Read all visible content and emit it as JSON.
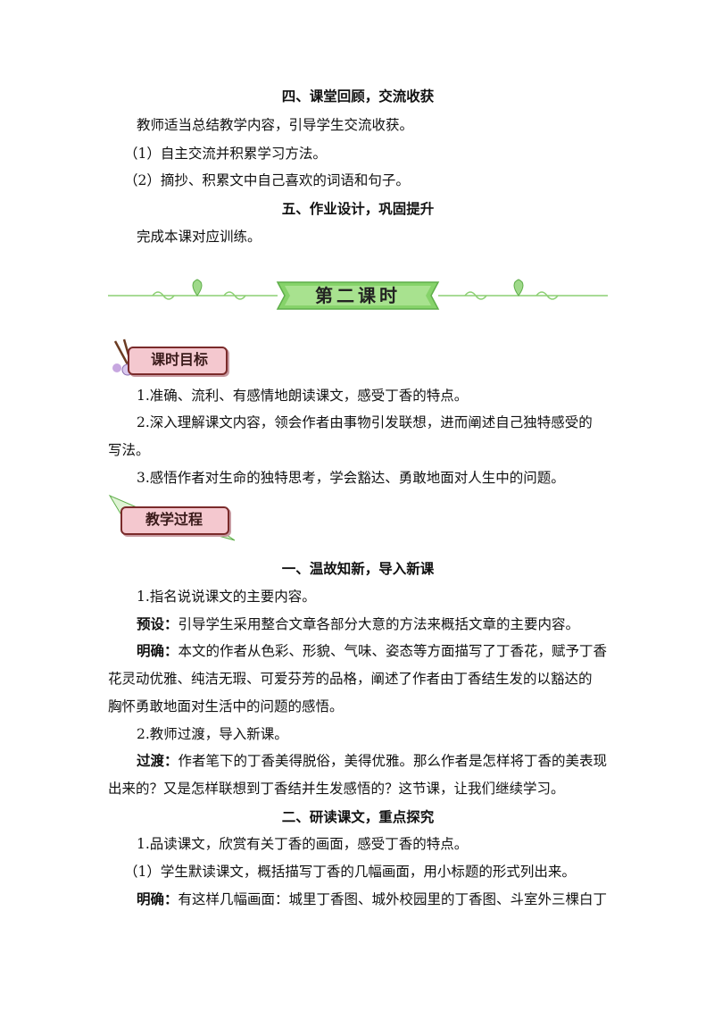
{
  "section4": {
    "heading": "四、课堂回顾，交流收获",
    "p1": "教师适当总结教学内容，引导学生交流收获。",
    "p2": "（1）自主交流并积累学习方法。",
    "p3": "（2）摘抄、积累文中自己喜欢的词语和句子。"
  },
  "section5": {
    "heading": "五、作业设计，巩固提升",
    "p1": "完成本课对应训练。"
  },
  "banner": {
    "title": "第二课时"
  },
  "badge_goals": {
    "label": "课时目标"
  },
  "goals": {
    "g1": "1.准确、流利、有感情地朗读课文，感受丁香的特点。",
    "g2a": "2.深入理解课文内容，领会作者由事物引发联想，进而阐述自己独特感受的",
    "g2b": "写法。",
    "g3": "3.感悟作者对生命的独特思考，学会豁达、勇敢地面对人生中的问题。"
  },
  "badge_process": {
    "label": "教学过程"
  },
  "part1": {
    "heading": "一、温故知新，导入新课",
    "s1": "1.指名说说课文的主要内容。",
    "preset_label": "预设：",
    "preset_text": "引导学生采用整合文章各部分大意的方法来概括文章的主要内容。",
    "clear_label": "明确：",
    "clear_a": "本文的作者从色彩、形貌、气味、姿态等方面描写了丁香花，赋予丁香",
    "clear_b": "花灵动优雅、纯洁无瑕、可爱芬芳的品格，阐述了作者由丁香结生发的以豁达的",
    "clear_c": "胸怀勇敢地面对生活中的问题的感悟。",
    "s2": "2.教师过渡，导入新课。",
    "trans_label": "过渡：",
    "trans_a": "作者笔下的丁香美得脱俗，美得优雅。那么作者是怎样将丁香的美表现",
    "trans_b": "出来的？又是怎样联想到丁香结并生发感悟的？这节课，让我们继续学习。"
  },
  "part2": {
    "heading": "二、研读课文，重点探究",
    "s1": "1.品读课文，欣赏有关丁香的画面，感受丁香的特点。",
    "s2": "（1）学生默读课文，概括描写丁香的几幅画面，用小标题的形式列出来。",
    "clear_label": "明确：",
    "clear_text": "有这样几幅画面：城里丁香图、城外校园里的丁香图、斗室外三棵白丁"
  },
  "colors": {
    "banner_green": "#86d36a",
    "badge_pink": "#f4c8cf",
    "badge_border": "#7a2b2b",
    "vine": "#8ccf73"
  }
}
